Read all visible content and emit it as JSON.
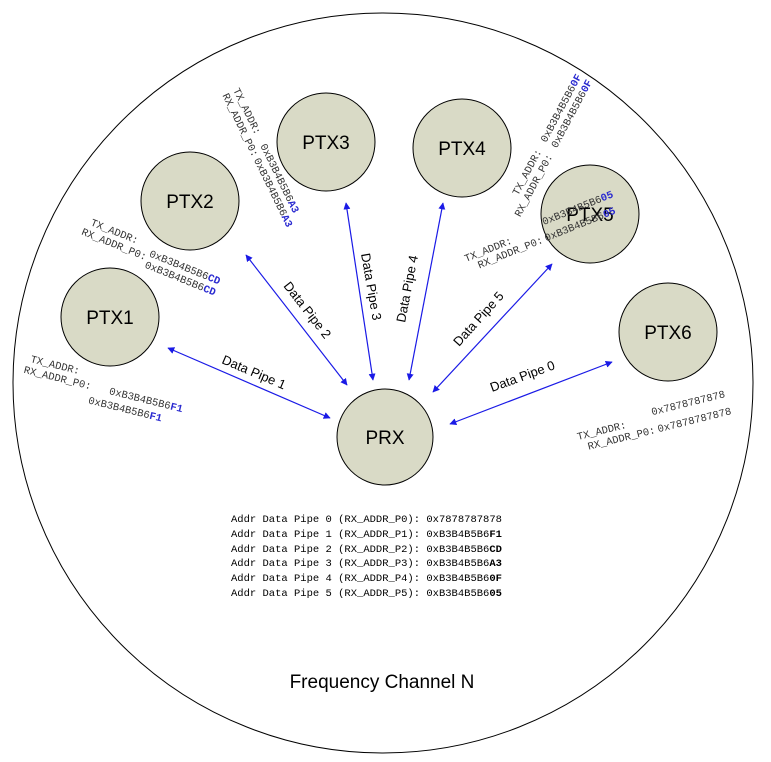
{
  "channel_label": "Frequency Channel N",
  "colors": {
    "node_fill": "#d9dac6",
    "arrow": "#1a1ae6",
    "address_highlight": "#2a2ad0"
  },
  "nodes": [
    {
      "id": "prx",
      "label": "PRX"
    },
    {
      "id": "ptx1",
      "label": "PTX1"
    },
    {
      "id": "ptx2",
      "label": "PTX2"
    },
    {
      "id": "ptx3",
      "label": "PTX3"
    },
    {
      "id": "ptx4",
      "label": "PTX4"
    },
    {
      "id": "ptx5",
      "label": "PTX5"
    },
    {
      "id": "ptx6",
      "label": "PTX6"
    }
  ],
  "pipes": [
    {
      "label": "Data Pipe 1"
    },
    {
      "label": "Data Pipe 2"
    },
    {
      "label": "Data Pipe 3"
    },
    {
      "label": "Data Pipe 4"
    },
    {
      "label": "Data Pipe 5"
    },
    {
      "label": "Data Pipe 0"
    }
  ],
  "addresses": {
    "tx_label": "TX_ADDR:",
    "rx_label": "RX_ADDR_P0:",
    "ptx1": {
      "prefix": "0xB3B4B5B6",
      "suffix": "F1"
    },
    "ptx2": {
      "prefix": "0xB3B4B5B6",
      "suffix": "CD"
    },
    "ptx3": {
      "prefix": "0xB3B4B5B6",
      "suffix": "A3"
    },
    "ptx4": {
      "prefix": "0xB3B4B5B6",
      "suffix": "0F"
    },
    "ptx5": {
      "prefix": "0xB3B4B5B6",
      "suffix": "05"
    },
    "ptx6": {
      "prefix": "0x7878787878",
      "suffix": ""
    }
  },
  "address_table": [
    {
      "label": "Addr Data Pipe 0 (RX_ADDR_P0): ",
      "prefix": "0x7878787878",
      "suffix": ""
    },
    {
      "label": "Addr Data Pipe 1 (RX_ADDR_P1): ",
      "prefix": "0xB3B4B5B6",
      "suffix": "F1"
    },
    {
      "label": "Addr Data Pipe 2 (RX_ADDR_P2): ",
      "prefix": "0xB3B4B5B6",
      "suffix": "CD"
    },
    {
      "label": "Addr Data Pipe 3 (RX_ADDR_P3): ",
      "prefix": "0xB3B4B5B6",
      "suffix": "A3"
    },
    {
      "label": "Addr Data Pipe 4 (RX_ADDR_P4): ",
      "prefix": "0xB3B4B5B6",
      "suffix": "0F"
    },
    {
      "label": "Addr Data Pipe 5 (RX_ADDR_P5): ",
      "prefix": "0xB3B4B5B6",
      "suffix": "05"
    }
  ]
}
